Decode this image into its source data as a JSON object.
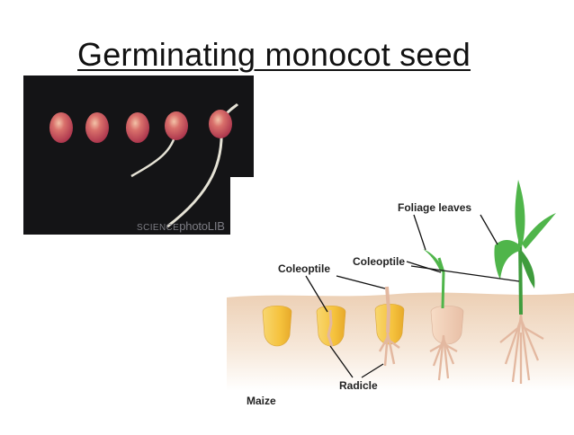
{
  "slide": {
    "title": "Germinating monocot seed"
  },
  "photo": {
    "watermark_prefix": "SCIENCE",
    "watermark_main": "photoLIB",
    "background_color": "#141416",
    "seed_color": "#c94a5c",
    "root_color": "#e6e3d6"
  },
  "diagram": {
    "labels": {
      "foliage_leaves": "Foliage leaves",
      "coleoptile_left": "Coleoptile",
      "coleoptile_right": "Coleoptile",
      "radicle": "Radicle",
      "maize": "Maize"
    },
    "colors": {
      "soil_top": "#f1dcc6",
      "soil_bottom": "#fbf3ea",
      "kernel": "#f6c445",
      "root": "#e3b8a0",
      "leaf": "#4fb54a"
    }
  }
}
